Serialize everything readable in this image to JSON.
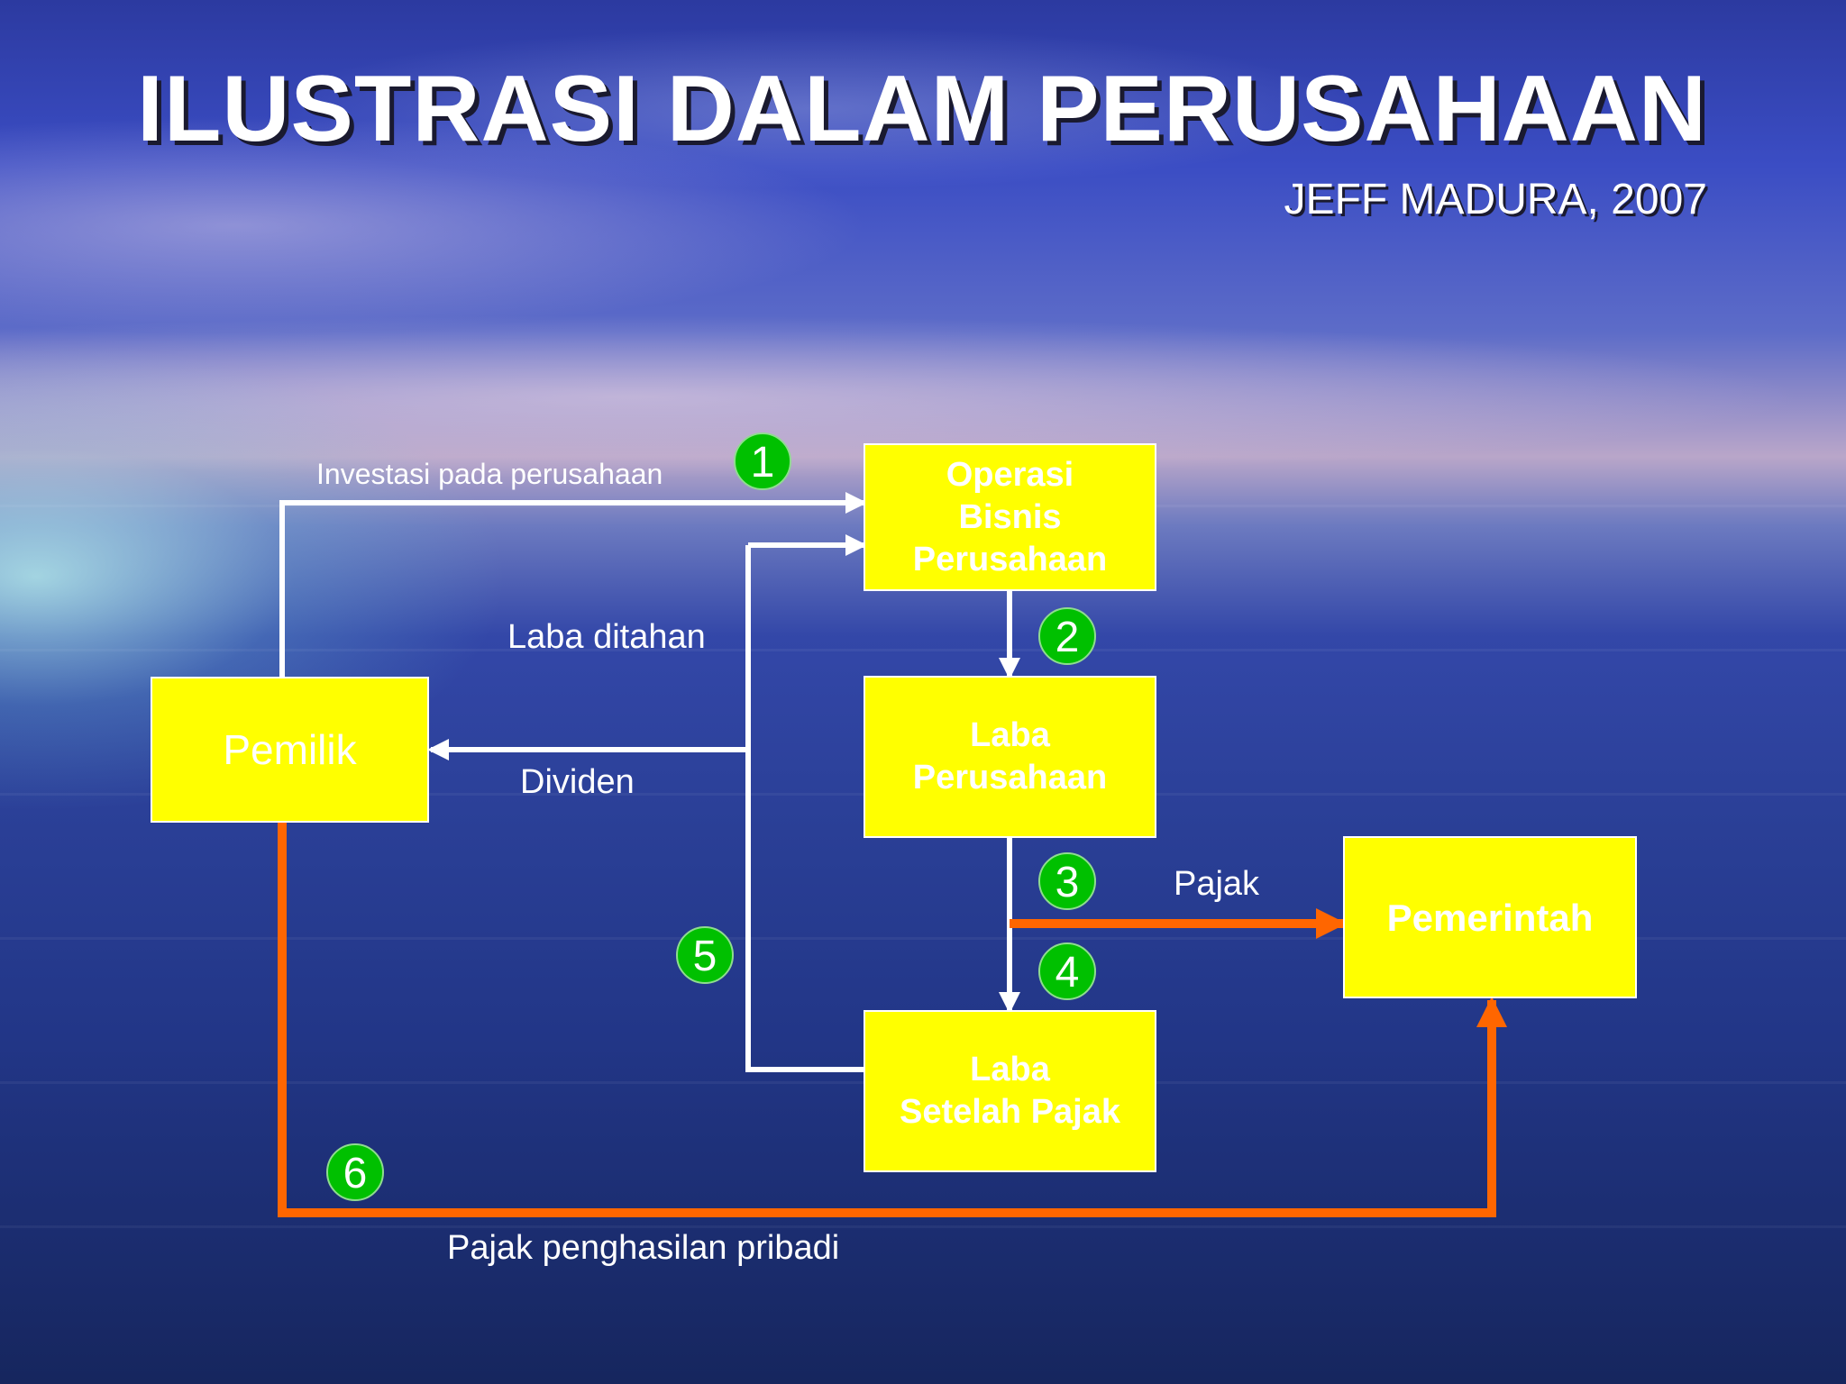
{
  "slide": {
    "title": "ILUSTRASI DALAM PERUSAHAAN",
    "subtitle": "JEFF MADURA, 2007"
  },
  "diagram": {
    "nodes": {
      "operasi": "Operasi\nBisnis\nPerusahaan",
      "laba_perusahaan": "Laba\nPerusahaan",
      "laba_setelah_pajak": "Laba\nSetelah Pajak",
      "pemilik": "Pemilik",
      "pemerintah": "Pemerintah"
    },
    "edge_labels": {
      "investasi": "Investasi pada perusahaan",
      "laba_ditahan": "Laba ditahan",
      "dividen": "Dividen",
      "pajak": "Pajak",
      "pajak_pribadi": "Pajak penghasilan pribadi"
    },
    "steps": [
      "1",
      "2",
      "3",
      "4",
      "5",
      "6"
    ]
  },
  "colors": {
    "box_fill": "#ffff00",
    "white_arrow": "#ffffff",
    "orange_arrow": "#ff6600",
    "step_circle": "#00c000"
  }
}
